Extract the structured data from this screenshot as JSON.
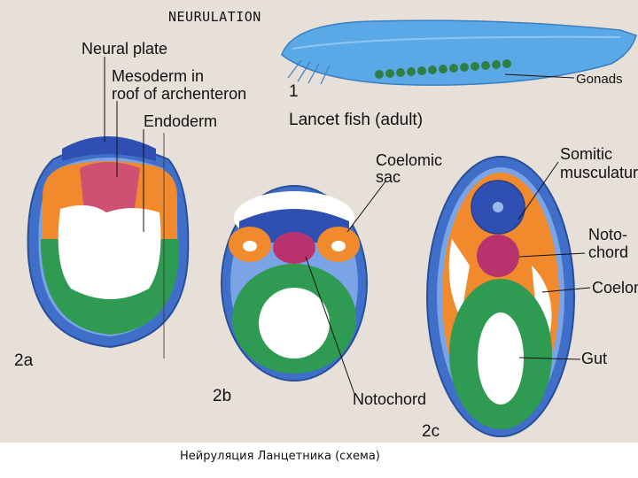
{
  "title": "NEURULATION",
  "labels": {
    "neural_plate": "Neural plate",
    "mesoderm_line1": "Mesoderm in",
    "mesoderm_line2": "roof of archenteron",
    "endoderm": "Endoderm",
    "lancet_number": "1",
    "lancet_fish": "Lancet fish (adult)",
    "gonads": "Gonads",
    "coelomic_line1": "Coelomic",
    "coelomic_line2": "sac",
    "somitic_line1": "Somitic",
    "somitic_line2": "musculature",
    "notochord_line1": "Noto-",
    "notochord_line2": "chord",
    "coelom": "Coelom",
    "gut": "Gut",
    "notochord": "Notochord",
    "fig_2a": "2a",
    "fig_2b": "2b",
    "fig_2c": "2c"
  },
  "caption": "Нейруляция Ланцетника (схема)",
  "colors": {
    "ectoderm": "#3f6fc8",
    "ectoderm_light": "#7aa4e6",
    "mesoderm": "#f08a2c",
    "endoderm": "#2e9a52",
    "notochord": "#b8336e",
    "neural_plate": "#2f4fb3",
    "fish": "#5aa8e6",
    "gonad": "#2f7f45",
    "background": "#e6e0d8"
  }
}
